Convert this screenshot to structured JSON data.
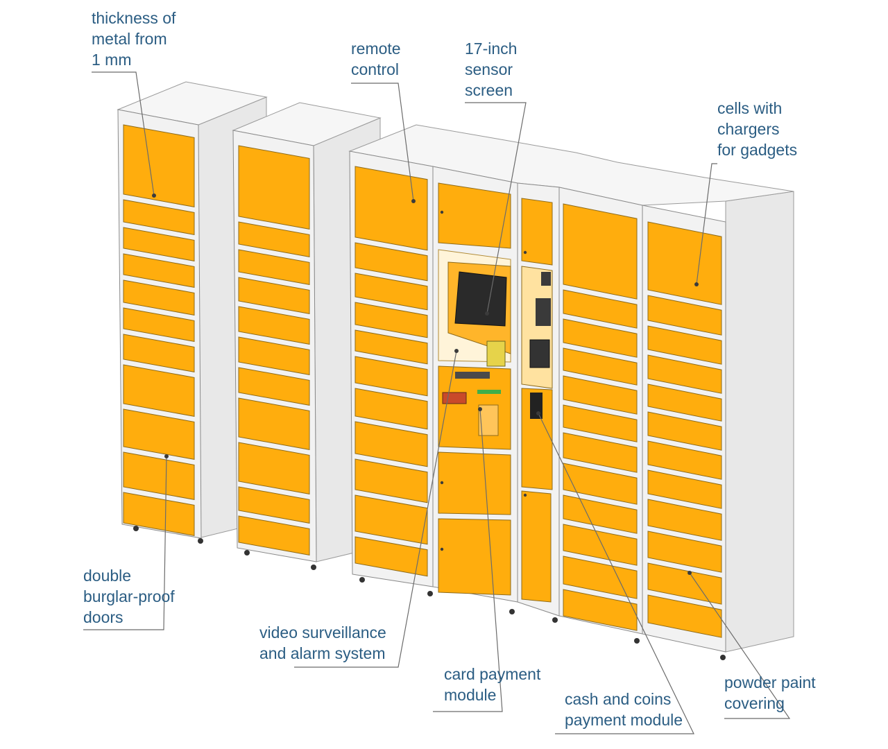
{
  "labels": {
    "thickness": [
      "thickness of",
      "metal from",
      "1 mm"
    ],
    "remote": [
      "remote",
      "control"
    ],
    "screen": [
      "17-inch",
      "sensor",
      "screen"
    ],
    "cells": [
      "cells with",
      "chargers",
      "for gadgets"
    ],
    "doors": [
      "double",
      "burglar-proof",
      "doors"
    ],
    "video": [
      "video surveillance",
      "and alarm system"
    ],
    "card": [
      "card payment",
      "module"
    ],
    "cash": [
      "cash and coins",
      "payment module"
    ],
    "powder": [
      "powder paint",
      "covering"
    ]
  },
  "colors": {
    "door": "#ffad0d",
    "frame": "#f2f2f2",
    "label": "#2b5d83",
    "leader": "#6b6b6b"
  }
}
